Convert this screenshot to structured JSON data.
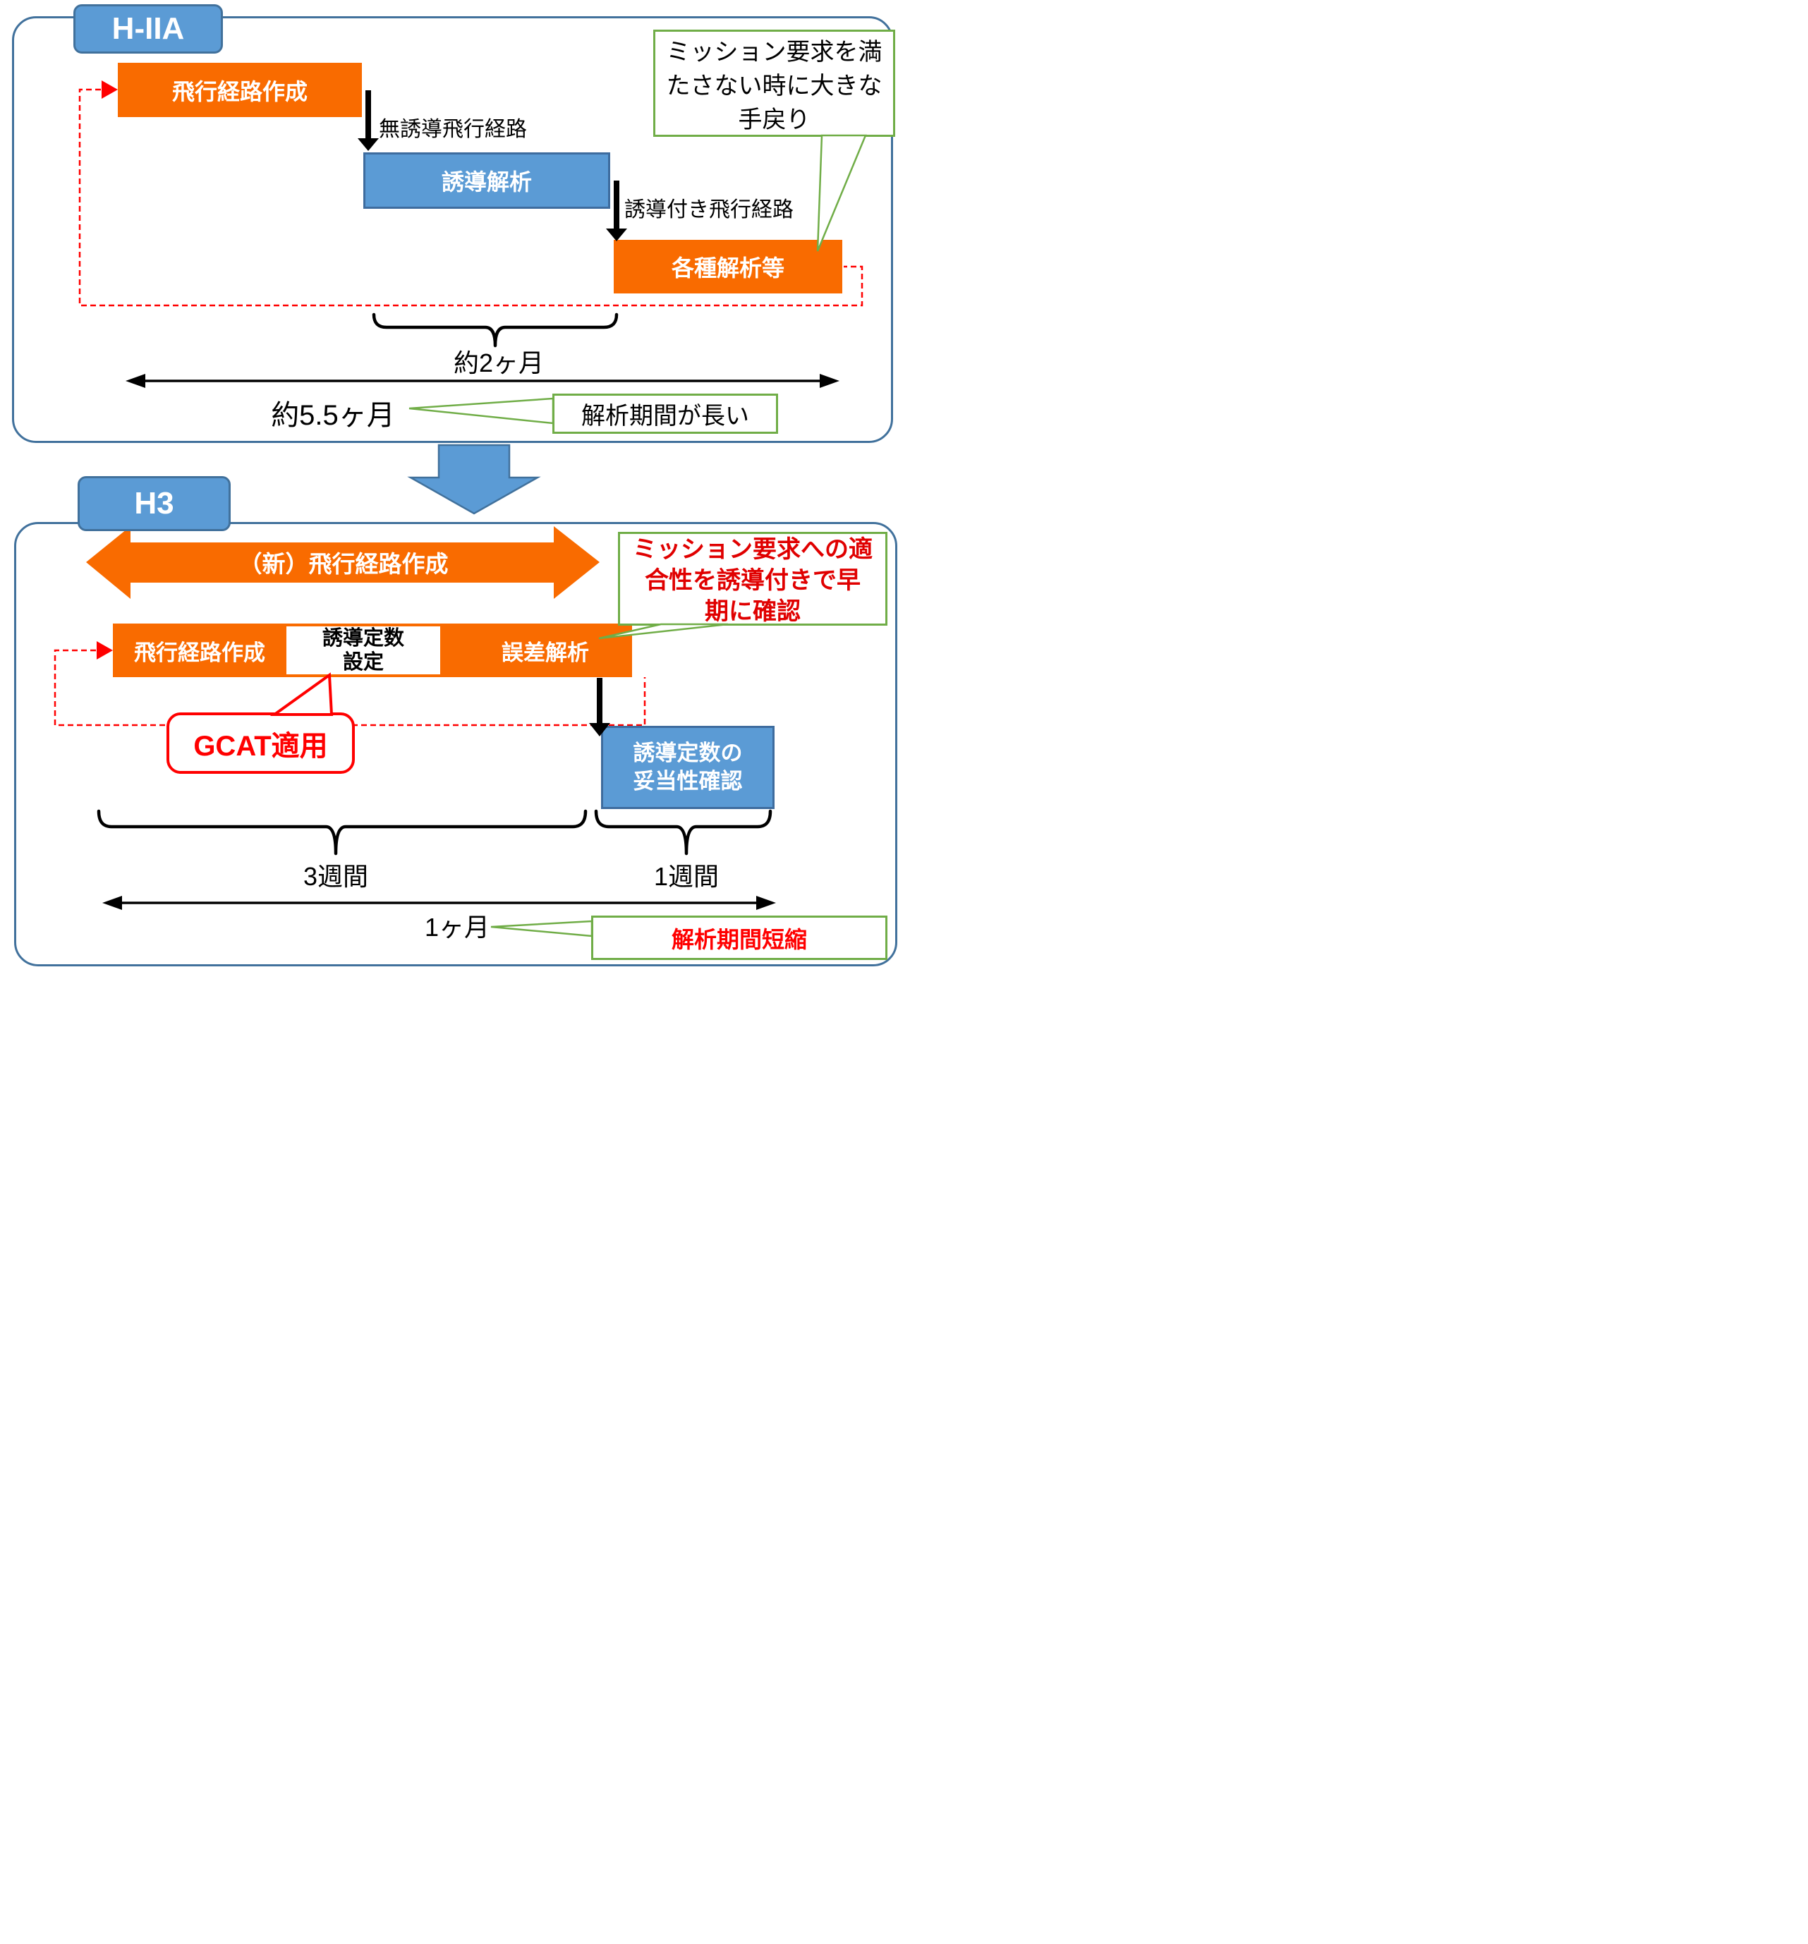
{
  "colors": {
    "orange": "#F96B00",
    "blue_fill": "#5B9BD5",
    "blue_border": "#41719C",
    "green": "#70AD47",
    "red": "#FF0000"
  },
  "h2a": {
    "title": "H-IIA",
    "flight_path_box": "飛行経路作成",
    "unguided_label": "無誘導飛行経路",
    "guidance_analysis_box": "誘導解析",
    "guided_label": "誘導付き飛行経路",
    "various_analysis_box": "各種解析等",
    "rework_callout_lines": [
      "ミッション要求を満",
      "たさない時に大きな",
      "手戻り"
    ],
    "duration_2_months": "約2ヶ月",
    "duration_total": "約5.5ヶ月",
    "long_period_callout": "解析期間が長い"
  },
  "h3": {
    "title": "H3",
    "new_flight_path_arrow": "（新）飛行経路作成",
    "flight_path_box": "飛行経路作成",
    "guidance_constant_box_lines": [
      "誘導定数",
      "設定"
    ],
    "error_analysis_box": "誤差解析",
    "early_confirm_callout_lines": [
      "ミッション要求への適",
      "合性を誘導付きで早",
      "期に確認"
    ],
    "gcat_callout": "GCAT適用",
    "validity_box_lines": [
      "誘導定数の",
      "妥当性確認"
    ],
    "duration_3_weeks": "3週間",
    "duration_1_week": "1週間",
    "duration_total": "1ヶ月",
    "shortened_callout": "解析期間短縮"
  }
}
